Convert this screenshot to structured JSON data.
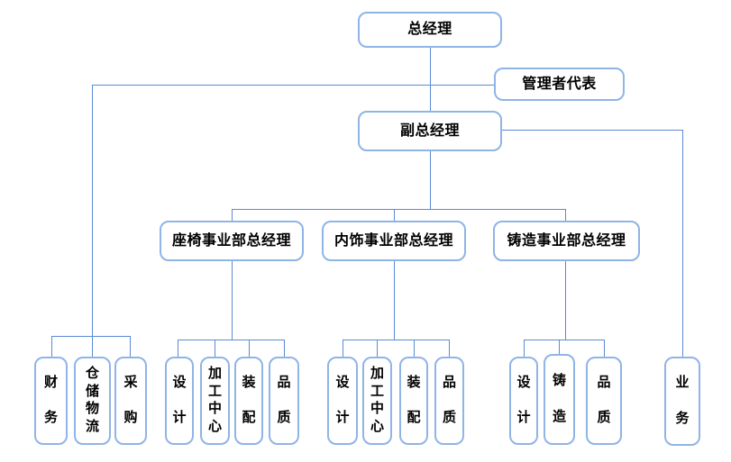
{
  "colors": {
    "box_border": "#8fb4e6",
    "line": "#5b8bd5",
    "text": "#000000",
    "background": "#ffffff"
  },
  "org": {
    "general_manager": {
      "label": "总经理"
    },
    "management_representative": {
      "label": "管理者代表"
    },
    "deputy_general_manager": {
      "label": "副总经理"
    },
    "divisions": [
      {
        "label": "座椅事业部总经理"
      },
      {
        "label": "内饰事业部总经理"
      },
      {
        "label": "铸造事业部总经理"
      }
    ],
    "headquarters_departments": [
      {
        "label": "财务"
      },
      {
        "label": "仓储物流"
      },
      {
        "label": "采购"
      }
    ],
    "seat_division_departments": [
      {
        "label": "设计"
      },
      {
        "label": "加工中心"
      },
      {
        "label": "装配"
      },
      {
        "label": "品质"
      }
    ],
    "interior_division_departments": [
      {
        "label": "设计"
      },
      {
        "label": "加工中心"
      },
      {
        "label": "装配"
      },
      {
        "label": "品质"
      }
    ],
    "casting_division_departments": [
      {
        "label": "设计"
      },
      {
        "label": "铸造"
      },
      {
        "label": "品质"
      }
    ],
    "business": {
      "label": "业务"
    }
  }
}
